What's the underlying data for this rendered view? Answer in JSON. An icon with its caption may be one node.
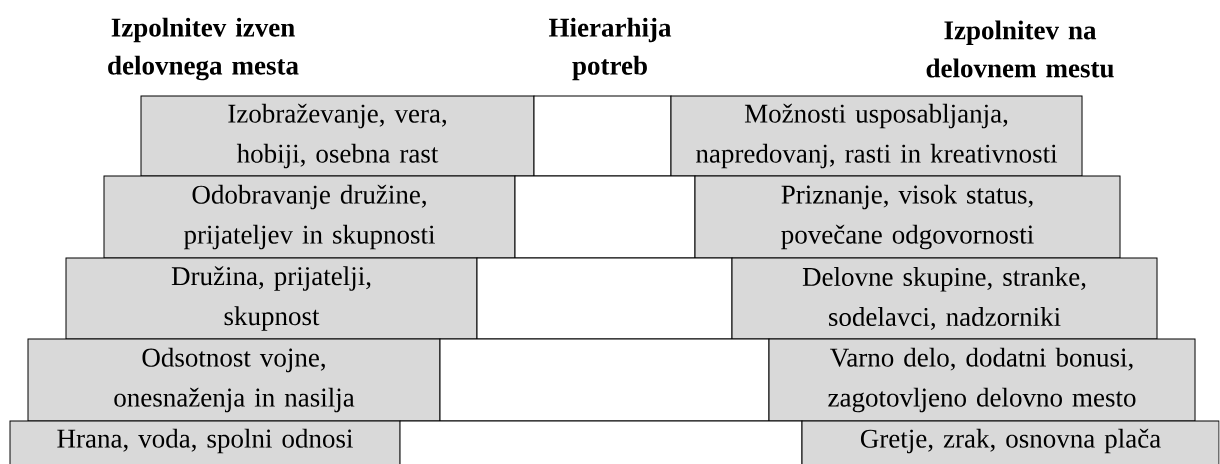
{
  "diagram": {
    "nodes": [
      {
        "text": [
          "Izobraževanje, vera, hobiji, osebna rast"
        ]
      },
      {
        "text": [],
        "shape": "box"
      },
      {
        "text": [
          "Možnosti usposabljanja, napredovanj, rasti in kreativnosti"
        ]
      },
      {
        "text": [
          "Odobravanje družine, prijateljev in skupnosti"
        ]
      },
      {
        "text": [],
        "shape": "box"
      },
      {
        "text": [
          "Priznanje, visok status, povečane odgovornosti"
        ]
      },
      {
        "text": [
          "Družina, prijatelji, skupnost"
        ]
      },
      {
        "text": [],
        "shape": "box"
      },
      {
        "text": [
          "Delovne skupine, stranke, sodelavci, nadzorniki"
        ]
      },
      {
        "text": [
          "Odsotnost vojne, onesnaženja in nasilja"
        ]
      },
      {
        "text": [],
        "shape": "box"
      },
      {
        "text": [
          "Varno delo, dodatni bonusi, zagotovljeno delovno mesto"
        ]
      },
      {
        "text": [
          "Hrana, voda, spolni odnosi"
        ]
      },
      {
        "text": [],
        "shape": "box"
      },
      {
        "text": [
          "Gretje, zrak, osnovna plača"
        ]
      }
    ],
    "labels": [
      "Izpolnitev izven delovnega mesta",
      "Hierarhija potreb",
      "Izpolnitev na delovnem mestu"
    ]
  }
}
